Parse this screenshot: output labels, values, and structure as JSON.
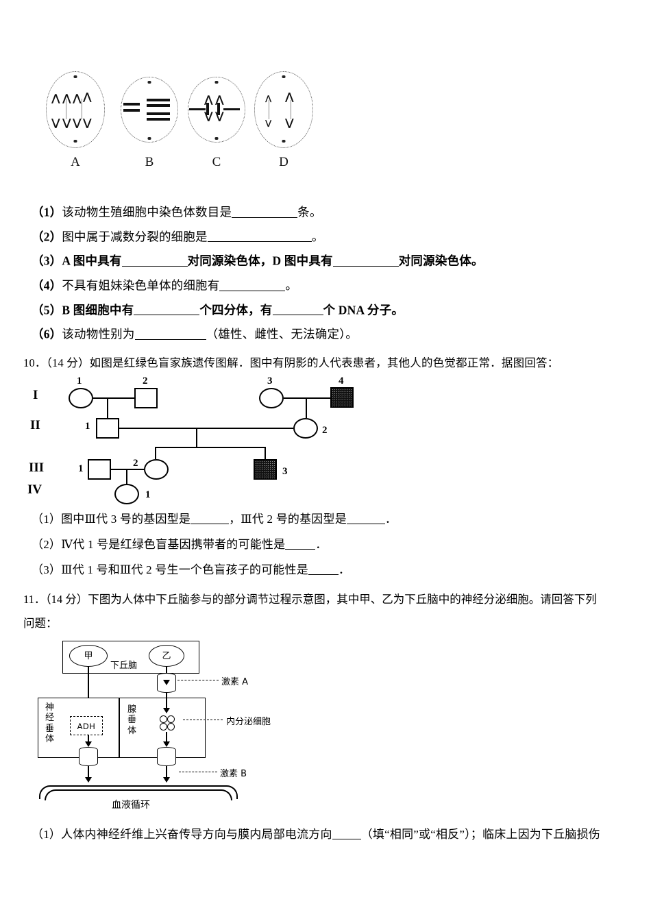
{
  "cell_figure": {
    "caption_a": "A",
    "caption_b": "B",
    "caption_c": "C",
    "caption_d": "D"
  },
  "q9": {
    "items": [
      {
        "no": "（1）",
        "text_before": "该动物生殖细胞中染色体数目是",
        "blank1_w": 96,
        "text_mid": "条。",
        "text_after": "",
        "blank2_w": 0,
        "text_end": ""
      },
      {
        "no": "（2）",
        "text_before": "图中属于减数分裂的细胞是",
        "blank1_w": 152,
        "text_mid": "。",
        "text_after": "",
        "blank2_w": 0,
        "text_end": ""
      },
      {
        "no": "（3）",
        "text_before": "A 图中具有",
        "blank1_w": 96,
        "text_mid": "对同源染色体，D 图中具有",
        "text_after": "",
        "blank2_w": 96,
        "text_end": "对同源染色体。"
      },
      {
        "no": "（4）",
        "text_before": "不具有姐妹染色单体的细胞有",
        "blank1_w": 96,
        "text_mid": "。",
        "text_after": "",
        "blank2_w": 0,
        "text_end": ""
      },
      {
        "no": "（5）",
        "text_before": "B 图细胞中有",
        "blank1_w": 96,
        "text_mid": "个四分体，有",
        "text_after": "",
        "blank2_w": 74,
        "text_end": "个 DNA 分子。"
      },
      {
        "no": "（6）",
        "text_before": "该动物性别为",
        "blank1_w": 104,
        "text_mid": "（雄性、雌性、无法确定）。",
        "text_after": "",
        "blank2_w": 0,
        "text_end": ""
      }
    ]
  },
  "q10": {
    "stem": "10．（14 分）如图是红绿色盲家族遗传图解．图中有阴影的人代表患者，其他人的色觉都正常．据图回答：",
    "pedigree": {
      "generations": [
        "I",
        "II",
        "III",
        "IV"
      ],
      "individuals": [
        {
          "id": "I-1",
          "num": "1",
          "shape": "circle",
          "affected": false
        },
        {
          "id": "I-2",
          "num": "2",
          "shape": "square",
          "affected": false
        },
        {
          "id": "I-3",
          "num": "3",
          "shape": "circle",
          "affected": false
        },
        {
          "id": "I-4",
          "num": "4",
          "shape": "square",
          "affected": true
        },
        {
          "id": "II-1",
          "num": "1",
          "shape": "square",
          "affected": false
        },
        {
          "id": "II-2",
          "num": "2",
          "shape": "circle",
          "affected": false
        },
        {
          "id": "III-1",
          "num": "1",
          "shape": "square",
          "affected": false
        },
        {
          "id": "III-2",
          "num": "2",
          "shape": "circle",
          "affected": false
        },
        {
          "id": "III-3",
          "num": "3",
          "shape": "square",
          "affected": true
        },
        {
          "id": "IV-1",
          "num": "1",
          "shape": "circle",
          "affected": false
        }
      ]
    },
    "items": [
      {
        "no": "（1）",
        "text_before": "图中Ⅲ代 3 号的基因型是",
        "blank1_w": 56,
        "text_mid": "，Ⅲ代 2 号的基因型是",
        "blank2_w": 56,
        "text_end": "．"
      },
      {
        "no": "（2）",
        "text_before": "Ⅳ代 1 号是红绿色盲基因携带者的可能性是",
        "blank1_w": 44,
        "text_mid": "．",
        "blank2_w": 0,
        "text_end": ""
      },
      {
        "no": "（3）",
        "text_before": "Ⅲ代 1 号和Ⅲ代 2 号生一个色盲孩子的可能性是",
        "blank1_w": 44,
        "text_mid": "．",
        "blank2_w": 0,
        "text_end": ""
      }
    ]
  },
  "q11": {
    "stem_line1": "11．（14 分）下图为人体中下丘脑参与的部分调节过程示意图，其中甲、乙为下丘脑中的神经分泌细胞。请回答下列",
    "stem_line2": "问题：",
    "diagram": {
      "hypothalamus_label": "下丘脑",
      "neuron_a": "甲",
      "neuron_b": "乙",
      "hormone_a_label": "激素 A",
      "hormone_b_label": "激素 B",
      "endocrine_cell_label": "内分泌细胞",
      "neurohypophysis_label": "神经垂体",
      "adenohypophysis_label": "腺垂体",
      "adh_label": "ADH",
      "blood_label": "血液循环"
    },
    "items": [
      {
        "no": "（1）",
        "text_before": "人体内神经纤维上兴奋传导方向与膜内局部电流方向",
        "blank1_w": 42,
        "text_mid": "（填“相同”或“相反”）；临床上因为下丘脑损伤",
        "blank2_w": 0,
        "text_end": ""
      }
    ]
  }
}
